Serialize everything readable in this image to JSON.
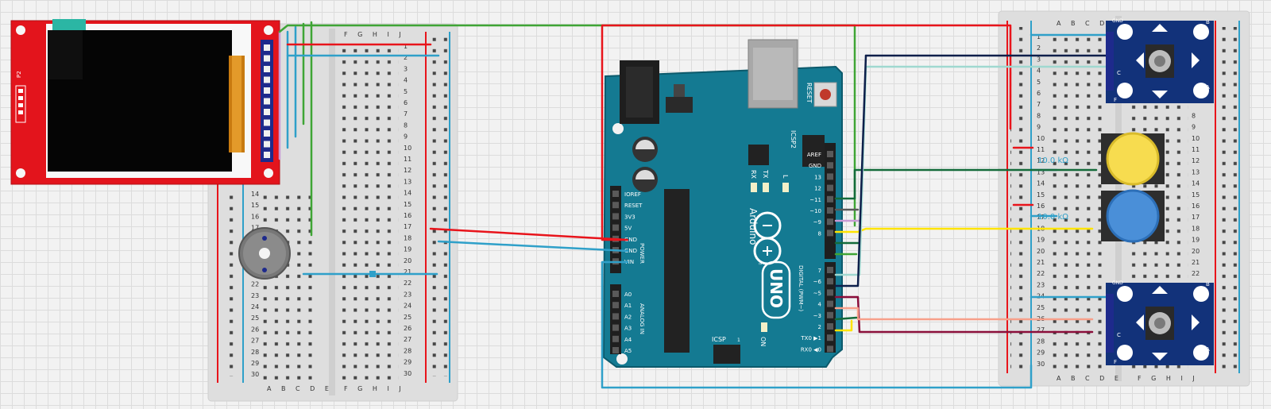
{
  "breadboard_left": {
    "cols_top": "F G H I J",
    "cols_bottom_left": "A B C D E",
    "cols_bottom_right": "F G H I J",
    "row_start": 14,
    "row_end": 30
  },
  "breadboard_right": {
    "cols_left": "A B C D E",
    "cols_right": "F G H I J",
    "rows": 30
  },
  "tft_display": {
    "header_label": "P2"
  },
  "arduino": {
    "model": "UNO",
    "brand": "Arduino",
    "tm": "™",
    "reset_label": "RESET",
    "icsp2_label": "ICSP2",
    "icsp_label": "ICSP",
    "icsp_one": "1",
    "on_label": "ON",
    "l_label": "L",
    "tx_label": "TX",
    "rx_label": "RX",
    "power_label": "POWER",
    "analog_label": "ANALOG IN",
    "digital_label": "DIGITAL (PWM~)",
    "power_pins": [
      "IOREF",
      "RESET",
      "3V3",
      "5V",
      "GND",
      "GND",
      "VIN"
    ],
    "analog_pins": [
      "A0",
      "A1",
      "A2",
      "A3",
      "A4",
      "A5"
    ],
    "digital_top": [
      "AREF",
      "GND",
      "13",
      "12",
      "~11",
      "~10",
      "~9",
      "8"
    ],
    "digital_bottom": [
      "7",
      "~6",
      "~5",
      "4",
      "~3",
      "2",
      "TX0 ▶1",
      "RX0 ◀0"
    ]
  },
  "encoder": {
    "gnd_label": "GND",
    "b_label": "B",
    "a_label": "A",
    "f_label": "F",
    "c_label": "C"
  },
  "buttons": [
    {
      "color": "#f7dc4f",
      "resistor_label": "10.0 kΩ"
    },
    {
      "color": "#4a8fd8",
      "resistor_label": "10.0 kΩ"
    }
  ],
  "colors": {
    "red_wire": "#e8141b",
    "blue_wire": "#2fa0c9",
    "green_wire": "#3fa535",
    "navy_wire": "#0d1f4a",
    "dark_green_wire": "#146b3a",
    "yellow_wire": "#ffe400",
    "salmon_wire": "#f7a08a",
    "maroon_wire": "#8a0e3a",
    "light_teal_wire": "#9fd8d0",
    "board_teal": "#147a92",
    "tft_red": "#e3141c"
  }
}
